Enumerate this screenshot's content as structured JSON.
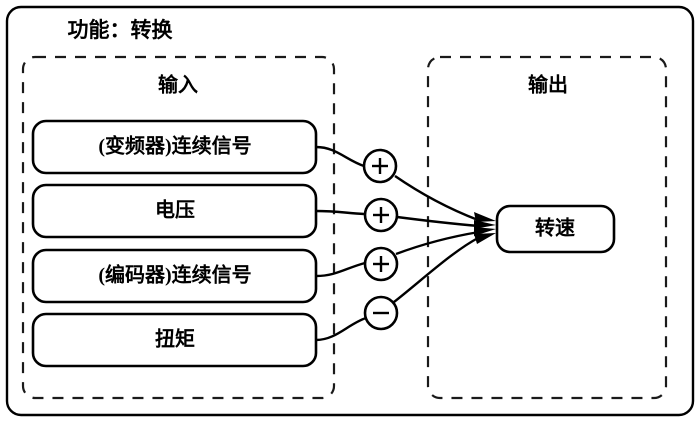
{
  "diagram": {
    "title": "功能：转换",
    "sections": [
      {
        "id": "input",
        "label": "输入"
      },
      {
        "id": "output",
        "label": "输出"
      }
    ],
    "inputs": [
      {
        "id": "inverter-signal",
        "label": "(变频器)连续信号",
        "operator": "+"
      },
      {
        "id": "voltage",
        "label": "电压",
        "operator": "+"
      },
      {
        "id": "encoder-signal",
        "label": "(编码器)连续信号",
        "operator": "+"
      },
      {
        "id": "torque",
        "label": "扭矩",
        "operator": "−"
      }
    ],
    "outputs": [
      {
        "id": "rotation-speed",
        "label": "转速"
      }
    ],
    "operators": [
      {
        "id": "op-1",
        "symbol": "+",
        "source": "(变频器)连续信号",
        "target": "转速"
      },
      {
        "id": "op-2",
        "symbol": "+",
        "source": "电压",
        "target": "转速"
      },
      {
        "id": "op-3",
        "symbol": "+",
        "source": "(编码器)连续信号",
        "target": "转速"
      },
      {
        "id": "op-4",
        "symbol": "−",
        "source": "扭矩",
        "target": "转速"
      }
    ],
    "colors": {
      "stroke": "#000000",
      "background": "#ffffff",
      "dashed_stroke": "#1a1a1a"
    }
  }
}
